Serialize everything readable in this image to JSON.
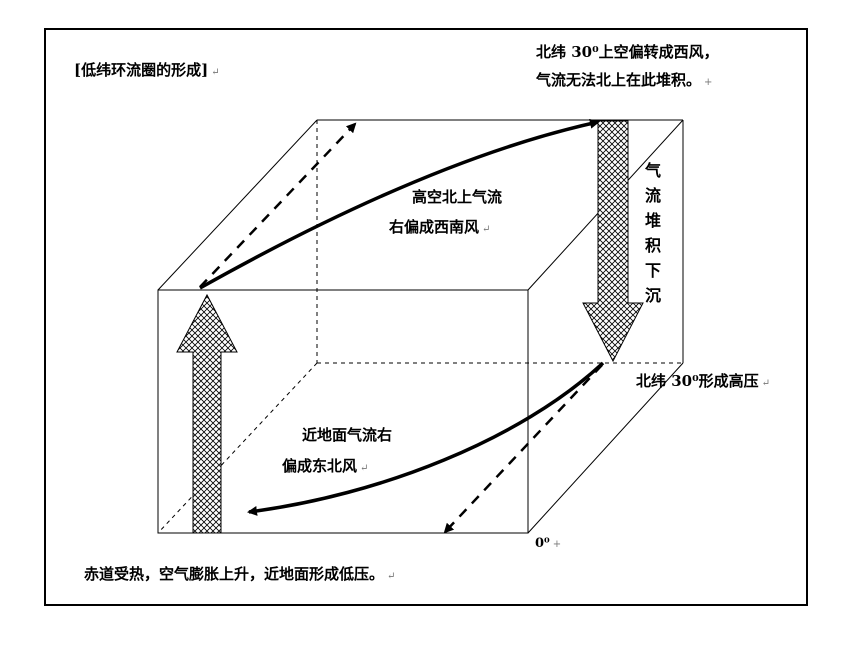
{
  "title": "[低纬环流圈的形成]",
  "labels": {
    "top_right_line1": "北纬 30⁰上空偏转成西风，",
    "top_right_line2": "气流无法北上在此堆积。",
    "upper_flow_line1": "高空北上气流",
    "upper_flow_line2": "右偏成西南风",
    "sinking_chars": [
      "气",
      "流",
      "堆",
      "积",
      "下",
      "沉"
    ],
    "high_pressure": "北纬 30⁰形成高压",
    "lower_flow_line1": "近地面气流右",
    "lower_flow_line2": "偏成东北风",
    "equator": "0⁰",
    "bottom_caption": "赤道受热，空气膨胀上升，近地面形成低压。"
  },
  "marks": {
    "return_mark": "↵",
    "plus_mark": "+"
  },
  "colors": {
    "stroke": "#000000",
    "hatch": "#000000",
    "background": "#ffffff"
  }
}
